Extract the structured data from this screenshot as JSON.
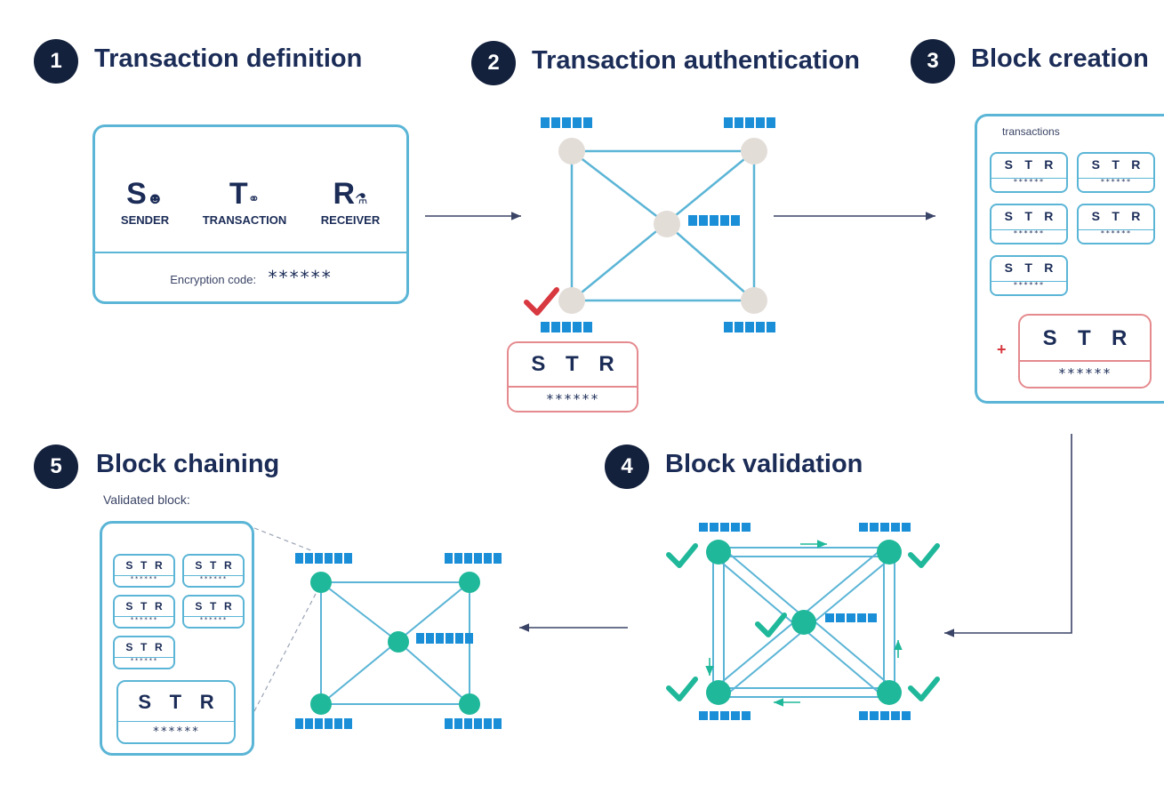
{
  "steps": [
    {
      "number": "1",
      "title": "Transaction definition"
    },
    {
      "number": "2",
      "title": "Transaction authentication"
    },
    {
      "number": "3",
      "title": "Block creation"
    },
    {
      "number": "4",
      "title": "Block validation"
    },
    {
      "number": "5",
      "title": "Block chaining"
    }
  ],
  "step1": {
    "sender_letter": "S",
    "sender_label": "SENDER",
    "transaction_letter": "T",
    "transaction_label": "TRANSACTION",
    "receiver_letter": "R",
    "receiver_label": "RECEIVER",
    "encryption_label": "Encryption code:",
    "encryption_value": "******"
  },
  "str": {
    "s": "S",
    "t": "T",
    "r": "R",
    "stars": "******"
  },
  "step3": {
    "transactions_label": "transactions",
    "plus": "+"
  },
  "step5": {
    "validated_label": "Validated block:"
  },
  "icons": [
    "person-icon",
    "coins-icon",
    "receiver-icon",
    "check-icon",
    "arrow-right-icon",
    "arrow-left-icon",
    "arrow-down-left-icon"
  ],
  "colors": {
    "navy": "#14213d",
    "line_blue": "#5bb5d6",
    "node_gray": "#e3ddd8",
    "node_teal": "#1fb89a",
    "check_red": "#d8383f",
    "check_teal": "#1fb89a",
    "tag_blue": "#1a8fd8",
    "card_red": "#e58a8e"
  }
}
